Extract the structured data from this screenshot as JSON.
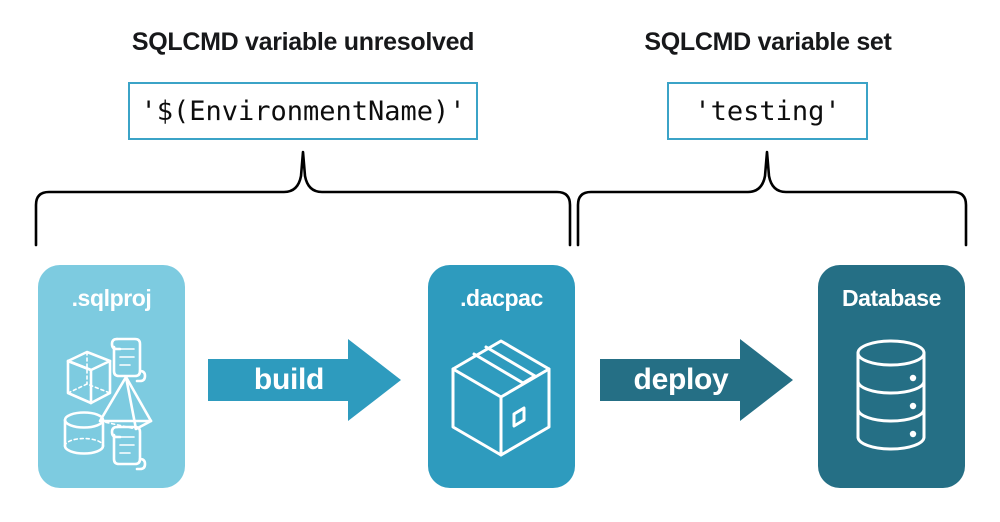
{
  "diagram": {
    "title_text_left": "SQLCMD variable unresolved",
    "title_text_right": "SQLCMD variable set",
    "code_left": "'$(EnvironmentName)'",
    "code_right": "'testing'",
    "colors": {
      "sqlproj_fill": "#7dcbe0",
      "dacpac_fill": "#2e9bbe",
      "database_fill": "#256f85",
      "build_arrow_fill": "#2e9bbe",
      "deploy_arrow_fill": "#256f85",
      "code_box_border": "#3ba3c7",
      "brace_stroke": "#000000",
      "icon_stroke": "#ffffff",
      "background": "#ffffff",
      "title_text": "#17181a"
    },
    "stages": [
      {
        "id": "sqlproj",
        "label": ".sqlproj",
        "icon": "project-shapes-icon",
        "contained_icons": [
          "cube-icon",
          "scroll-icon",
          "pyramid-icon",
          "cylinder-icon",
          "scroll-icon"
        ]
      },
      {
        "id": "dacpac",
        "label": ".dacpac",
        "icon": "package-box-icon",
        "contained_icons": [
          "package-box-icon"
        ]
      },
      {
        "id": "database",
        "label": "Database",
        "icon": "database-cylinder-icon",
        "contained_icons": [
          "database-cylinder-icon"
        ]
      }
    ],
    "arrows": [
      {
        "id": "build",
        "label": "build"
      },
      {
        "id": "deploy",
        "label": "deploy"
      }
    ],
    "braces": [
      {
        "id": "brace-left",
        "spans": [
          "sqlproj",
          "build",
          "dacpac"
        ]
      },
      {
        "id": "brace-right",
        "spans": [
          "dacpac",
          "deploy",
          "database"
        ]
      }
    ]
  }
}
